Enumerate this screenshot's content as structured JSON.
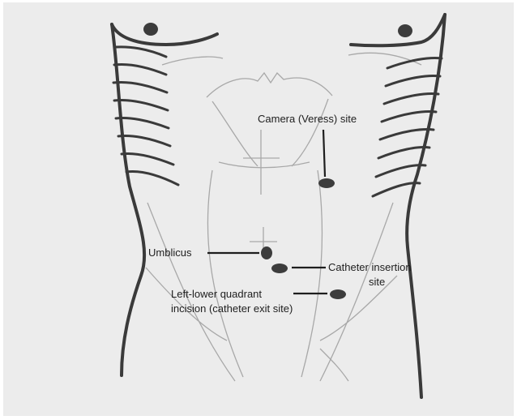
{
  "labels": {
    "camera_site": "Camera (Veress) site",
    "umbilicus": "Umblicus",
    "catheter_insertion_line1": "Catheter insertion",
    "catheter_insertion_line2": "site",
    "llq_line1": "Left-lower quadrant",
    "llq_line2": "incision (catheter exit site)"
  },
  "colors": {
    "paper": "#ececec",
    "outline": "#3a3a3a",
    "sketch": "#a8a8a8",
    "marker": "#3c3c3c",
    "text": "#1e1e1e"
  }
}
